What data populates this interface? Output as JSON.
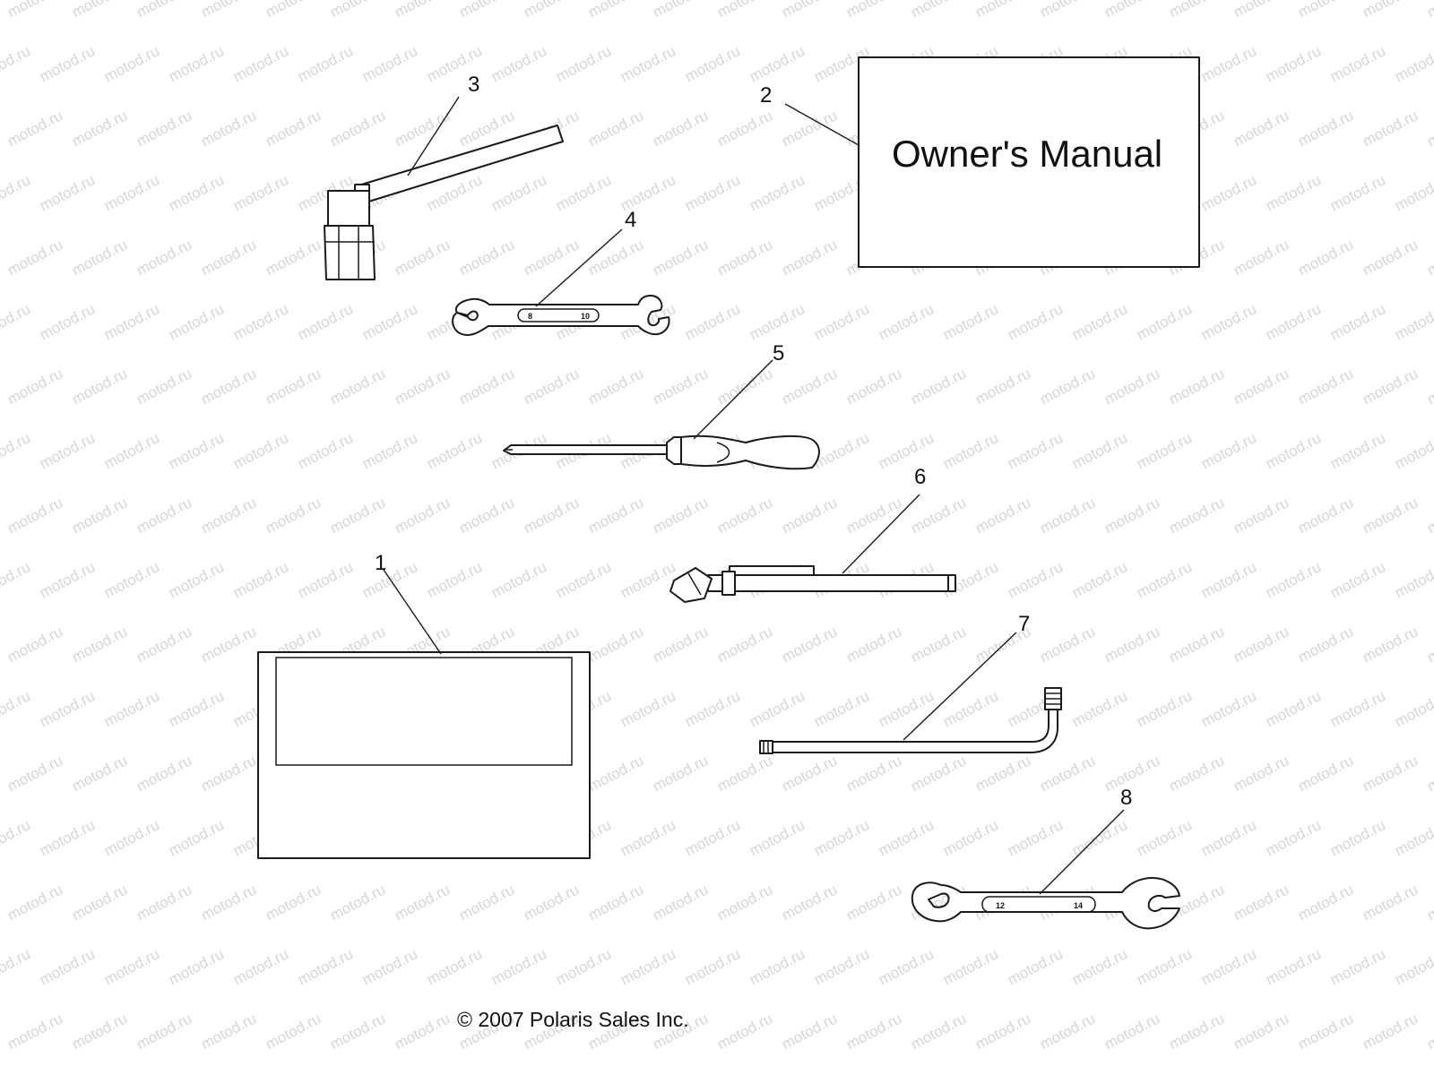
{
  "watermark": {
    "text": "motod.ru",
    "color": "#d6d6d6"
  },
  "callouts": {
    "c1": "1",
    "c2": "2",
    "c3": "3",
    "c4": "4",
    "c5": "5",
    "c6": "6",
    "c7": "7",
    "c8": "8"
  },
  "owners_manual": {
    "title": "Owner's Manual"
  },
  "wrench_4": {
    "size_a": "8",
    "size_b": "10"
  },
  "wrench_8": {
    "size_a": "12",
    "size_b": "14"
  },
  "copyright": "© 2007 Polaris Sales Inc."
}
